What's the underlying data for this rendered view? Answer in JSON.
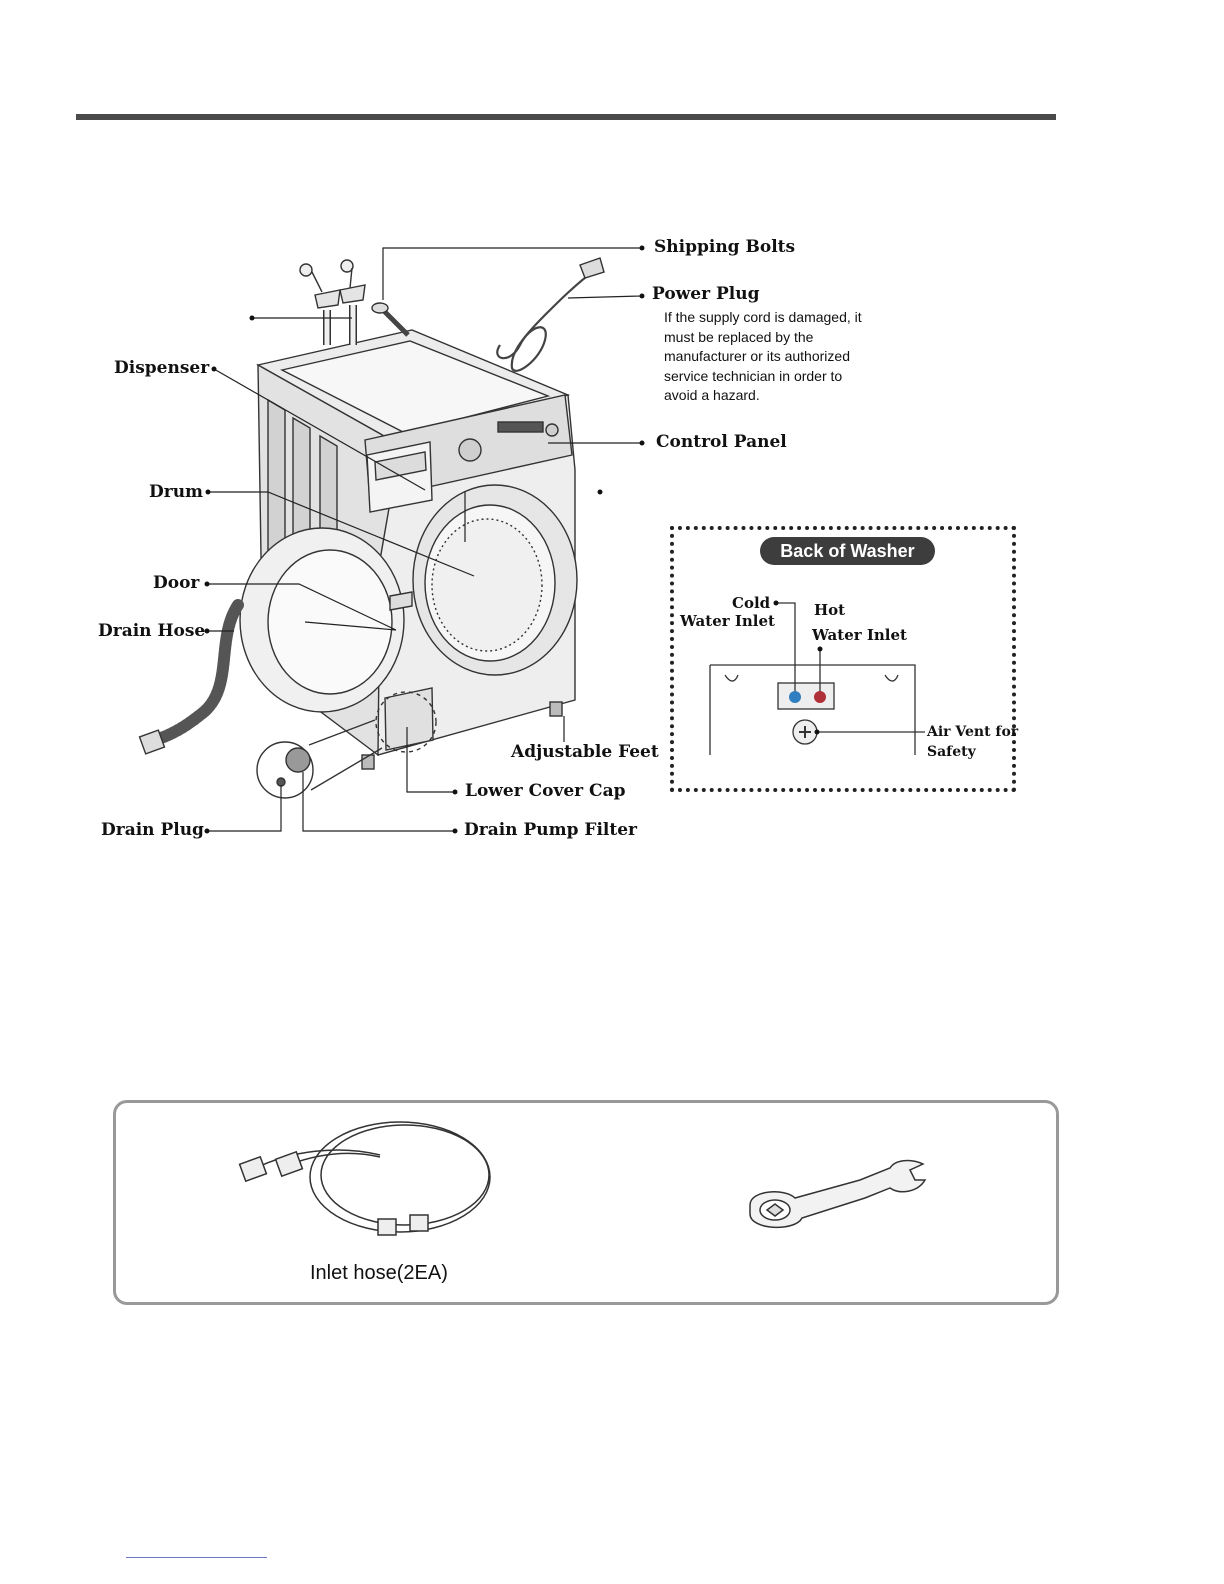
{
  "diagram": {
    "labels": {
      "shipping_bolts": "Shipping Bolts",
      "power_plug": "Power Plug",
      "power_plug_note": "If the supply cord is damaged, it must be replaced by the manufacturer or its authorized service technician in order to avoid a hazard.",
      "dispenser": "Dispenser",
      "control_panel": "Control Panel",
      "drum": "Drum",
      "door": "Door",
      "drain_hose": "Drain Hose",
      "adjustable_feet": "Adjustable Feet",
      "lower_cover_cap": "Lower Cover Cap",
      "drain_plug": "Drain Plug",
      "drain_pump_filter": "Drain Pump Filter"
    },
    "back_of_washer": {
      "title": "Back of Washer",
      "cold_line1": "Cold",
      "cold_line2": "Water Inlet",
      "hot_line1": "Hot",
      "hot_line2": "Water Inlet",
      "vent_line1": "Air Vent for",
      "vent_line2": "Safety"
    }
  },
  "accessories": {
    "inlet_hose_label": "Inlet hose(2EA)"
  },
  "colors": {
    "rule": "#4a4a4a",
    "cold_inlet": "#2f7fc0",
    "hot_inlet": "#b0303a",
    "link": "#6b78c8"
  }
}
